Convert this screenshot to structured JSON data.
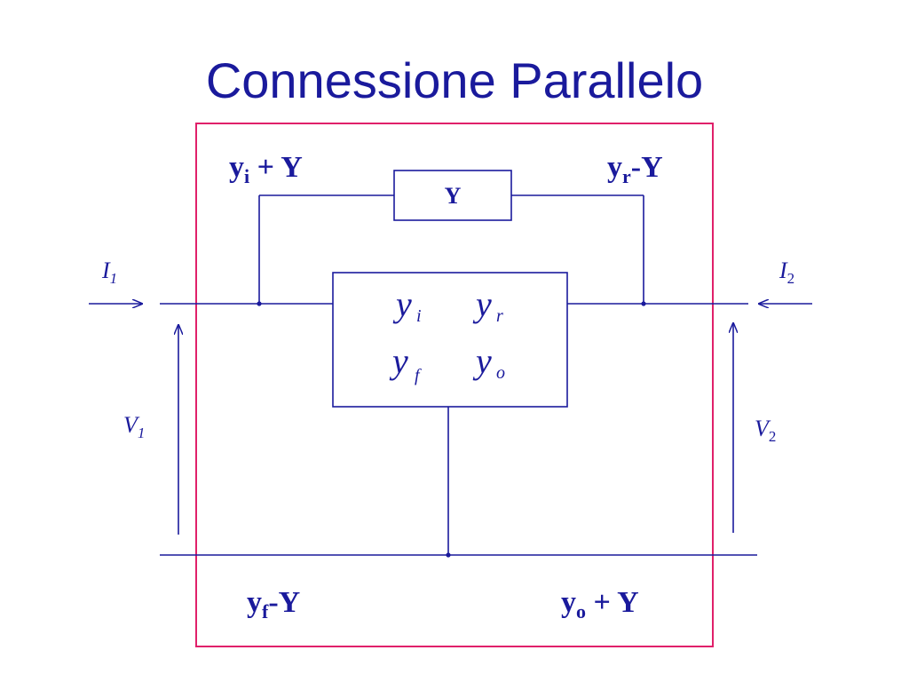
{
  "title": "Connessione Parallelo",
  "colors": {
    "text": "#1a1a9c",
    "wire": "#1a1a9c",
    "frame": "#e0206a"
  },
  "corner_labels": {
    "top_left": {
      "base": "y",
      "sub": "i",
      "rest": " + Y"
    },
    "top_right": {
      "base": "y",
      "sub": "r",
      "rest": "-Y"
    },
    "bottom_left": {
      "base": "y",
      "sub": "f",
      "rest": "-Y"
    },
    "bottom_right": {
      "base": "y",
      "sub": "o",
      "rest": " + Y"
    }
  },
  "feedback_block": {
    "label": "Y"
  },
  "matrix_block": {
    "entries": [
      {
        "base": "y",
        "sub": "i"
      },
      {
        "base": "y",
        "sub": "r"
      },
      {
        "base": "y",
        "sub": "f"
      },
      {
        "base": "y",
        "sub": "o"
      }
    ]
  },
  "ports": {
    "current_in": {
      "base": "I",
      "sub": "1"
    },
    "current_out": {
      "base": "I",
      "sub": "2"
    },
    "voltage_in": {
      "base": "V",
      "sub": "1"
    },
    "voltage_out": {
      "base": "V",
      "sub": "2"
    }
  }
}
